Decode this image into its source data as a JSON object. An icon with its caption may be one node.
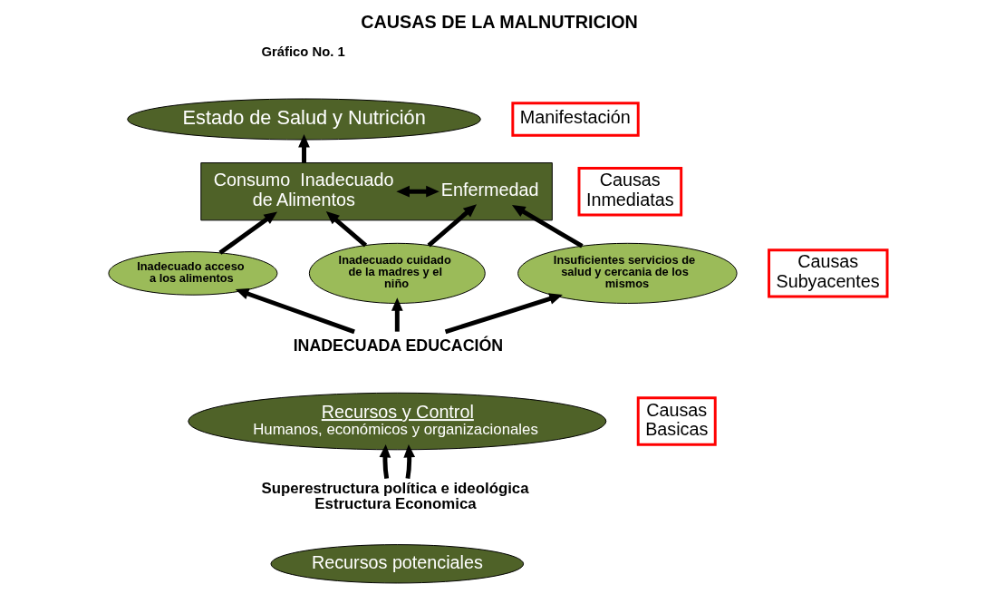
{
  "diagram": {
    "title": "CAUSAS DE LA MALNUTRICION",
    "nodes": [
      {
        "text": [
          "Estado de Salud y Nutrición"
        ]
      },
      {
        "text": [],
        "shape": "box"
      },
      {
        "text": [
          "Consumo  Inadecuado de Alimentos"
        ],
        "in": 1
      },
      {
        "text": [
          "Enfermedad"
        ],
        "in": 1
      },
      {
        "text": [
          "Inadecuado acceso a los alimentos"
        ]
      },
      {
        "text": [
          "Inadecuado cuidado de la madres y el niño"
        ]
      },
      {
        "text": [
          "Insuficientes servicios de salud y cercania de los mismos"
        ]
      },
      {
        "text": [
          "INADECUADA EDUCACIÓN"
        ]
      },
      {
        "text": [
          "Recursos y Control",
          "Humanos, económicos y organizacionales"
        ]
      },
      {
        "text": [
          "Superestructura política e ideológica",
          "Estructura Economica"
        ]
      },
      {
        "text": [
          "Recursos potenciales"
        ]
      }
    ],
    "edges": [
      {
        "from": 1,
        "to": 0,
        "arrow": "to"
      },
      {
        "from": 2,
        "to": 3,
        "arrow": "both"
      },
      {
        "from": 4,
        "to": 2,
        "arrow": "to"
      },
      {
        "from": 5,
        "to": 2,
        "arrow": "to"
      },
      {
        "from": 5,
        "to": 3,
        "arrow": "to"
      },
      {
        "from": 6,
        "to": 3,
        "arrow": "to"
      },
      {
        "from": 7,
        "to": 4,
        "arrow": "to"
      },
      {
        "from": 7,
        "to": 5,
        "arrow": "to"
      },
      {
        "from": 7,
        "to": 6,
        "arrow": "to"
      },
      {
        "from": 9,
        "to": 8,
        "arrow": "to"
      },
      {
        "from": 9,
        "to": 8,
        "arrow": "to"
      }
    ],
    "labels": [
      "Gráfico No. 1",
      "Manifestación",
      "Causas Inmediatas",
      "Causas Subyacentes",
      "Causas Basicas"
    ]
  }
}
